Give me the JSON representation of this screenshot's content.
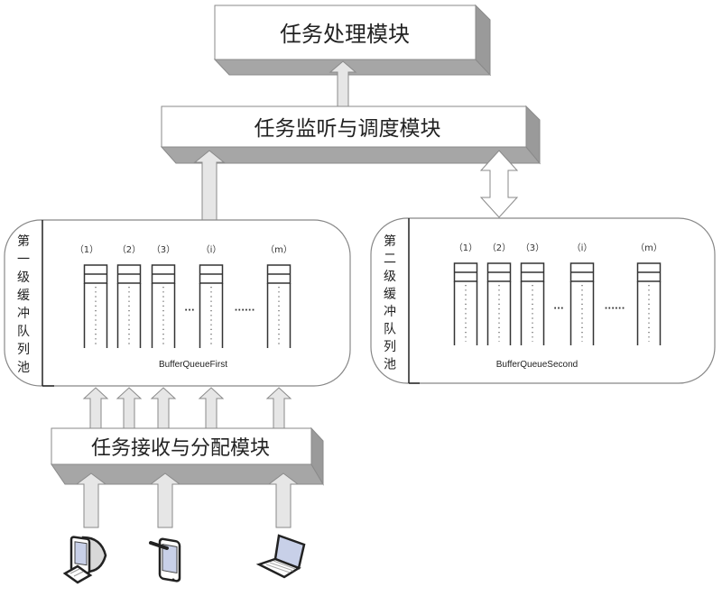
{
  "modules": {
    "processing": "任务处理模块",
    "monitor_dispatch": "任务监听与调度模块",
    "receive_distribute": "任务接收与分配模块"
  },
  "pools": [
    {
      "side_label": [
        "第",
        "一",
        "级",
        "缓",
        "冲",
        "队",
        "列",
        "池"
      ],
      "caption": "BufferQueueFirst",
      "queue_labels": [
        "（1）",
        "（2）",
        "（3）",
        "（i）",
        "（m）"
      ],
      "ellipsis_short": "···",
      "ellipsis_long": "······"
    },
    {
      "side_label": [
        "第",
        "二",
        "级",
        "缓",
        "冲",
        "队",
        "列",
        "池"
      ],
      "caption": "BufferQueueSecond",
      "queue_labels": [
        "（1）",
        "（2）",
        "（3）",
        "（i）",
        "（m）"
      ],
      "ellipsis_short": "···",
      "ellipsis_long": "······"
    }
  ],
  "devices": [
    {
      "icon": "desktop-computer-icon"
    },
    {
      "icon": "smartphone-stylus-icon"
    },
    {
      "icon": "laptop-icon"
    }
  ],
  "colors": {
    "shadow": "#a6a6a6",
    "arrow_fill": "#e6e6e6",
    "outline": "#555555"
  }
}
